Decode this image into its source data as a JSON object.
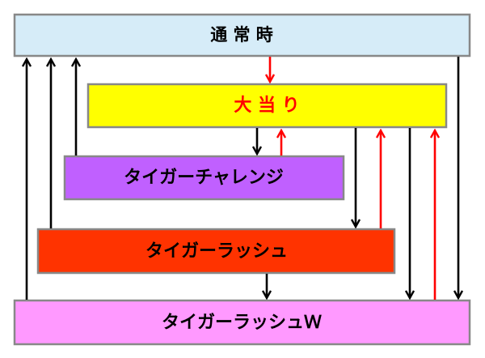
{
  "states": {
    "normal": {
      "label": "通 常 時",
      "fill": "#d6ecf8",
      "text_color": "#000000"
    },
    "jackpot": {
      "label": "大 当 り",
      "fill": "#ffff00",
      "text_color": "#ff0000"
    },
    "tiger_challenge": {
      "label": "タイガーチャレンジ",
      "fill": "#c060ff",
      "text_color": "#000000"
    },
    "tiger_rush": {
      "label": "タイガーラッシュ",
      "fill": "#ff3300",
      "text_color": "#000000"
    },
    "tiger_rush_w": {
      "label": "タイガーラッシュＷ",
      "fill": "#ff99ff",
      "text_color": "#000000"
    }
  },
  "colors": {
    "border": "#888888",
    "arrow_black": "#000000",
    "arrow_red": "#ff0000"
  }
}
